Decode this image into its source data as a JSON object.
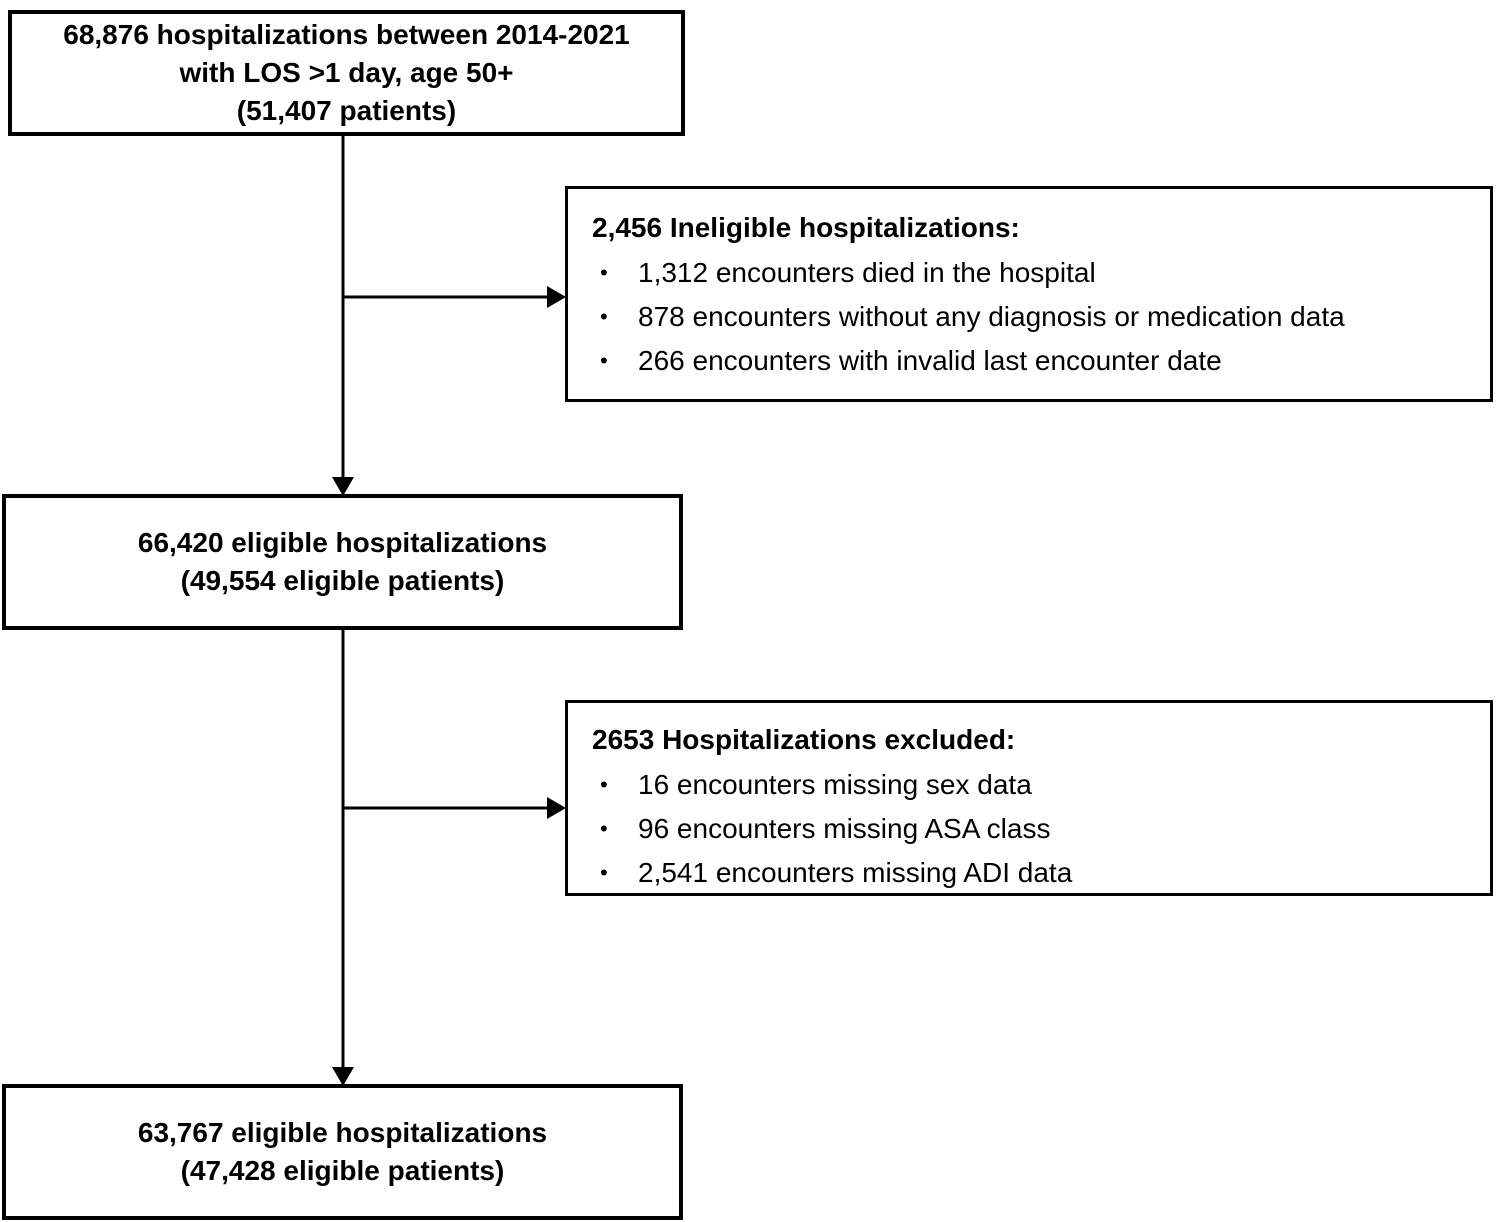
{
  "flow": {
    "bullet_char": "•",
    "colors": {
      "border": "#000000",
      "background": "#ffffff",
      "text": "#000000"
    },
    "box_initial": {
      "line1": "68,876 hospitalizations between 2014-2021",
      "line2": "with LOS >1 day, age 50+",
      "line3": "(51,407 patients)"
    },
    "box_ineligible": {
      "title": "2,456 Ineligible hospitalizations:",
      "bullets": [
        "1,312 encounters died in the hospital",
        "878 encounters without any diagnosis or medication data",
        "266 encounters with invalid last encounter date"
      ]
    },
    "box_eligible_1": {
      "line1": "66,420 eligible hospitalizations",
      "line2": "(49,554 eligible patients)"
    },
    "box_excluded": {
      "title": "2653 Hospitalizations excluded:",
      "bullets": [
        "16 encounters missing sex data",
        "96 encounters missing ASA class",
        "2,541 encounters missing ADI data"
      ]
    },
    "box_eligible_2": {
      "line1": "63,767 eligible hospitalizations",
      "line2": "(47,428 eligible patients)"
    }
  }
}
